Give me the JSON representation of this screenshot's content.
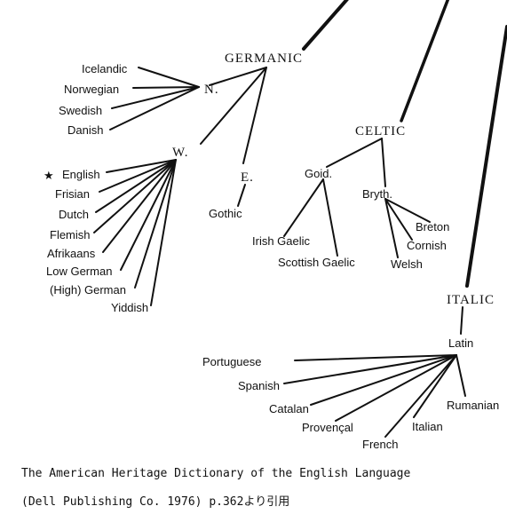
{
  "labels": {
    "germanic": "GERMANIC",
    "north": "N.",
    "west": "W.",
    "east": "E.",
    "icelandic": "Icelandic",
    "norwegian": "Norwegian",
    "swedish": "Swedish",
    "danish": "Danish",
    "english": "English",
    "frisian": "Frisian",
    "dutch": "Dutch",
    "flemish": "Flemish",
    "afrikaans": "Afrikaans",
    "low_german": "Low German",
    "high_german": "(High) German",
    "yiddish": "Yiddish",
    "gothic": "Gothic",
    "celtic": "CELTIC",
    "goidelic": "Goid.",
    "brythonic": "Bryth.",
    "irish_gaelic": "Irish Gaelic",
    "scottish_gaelic": "Scottish Gaelic",
    "breton": "Breton",
    "cornish": "Cornish",
    "welsh": "Welsh",
    "italic": "ITALIC",
    "latin": "Latin",
    "portuguese": "Portuguese",
    "spanish": "Spanish",
    "catalan": "Catalan",
    "provencal": "Provençal",
    "french": "French",
    "italian": "Italian",
    "rumanian": "Rumanian"
  },
  "english_marker": "★",
  "caption": {
    "line1": "The American Heritage Dictionary of the English Language",
    "line2": "(Dell Publishing Co. 1976) p.362より引用"
  },
  "colors": {
    "ink": "#111111",
    "background": "#ffffff"
  }
}
